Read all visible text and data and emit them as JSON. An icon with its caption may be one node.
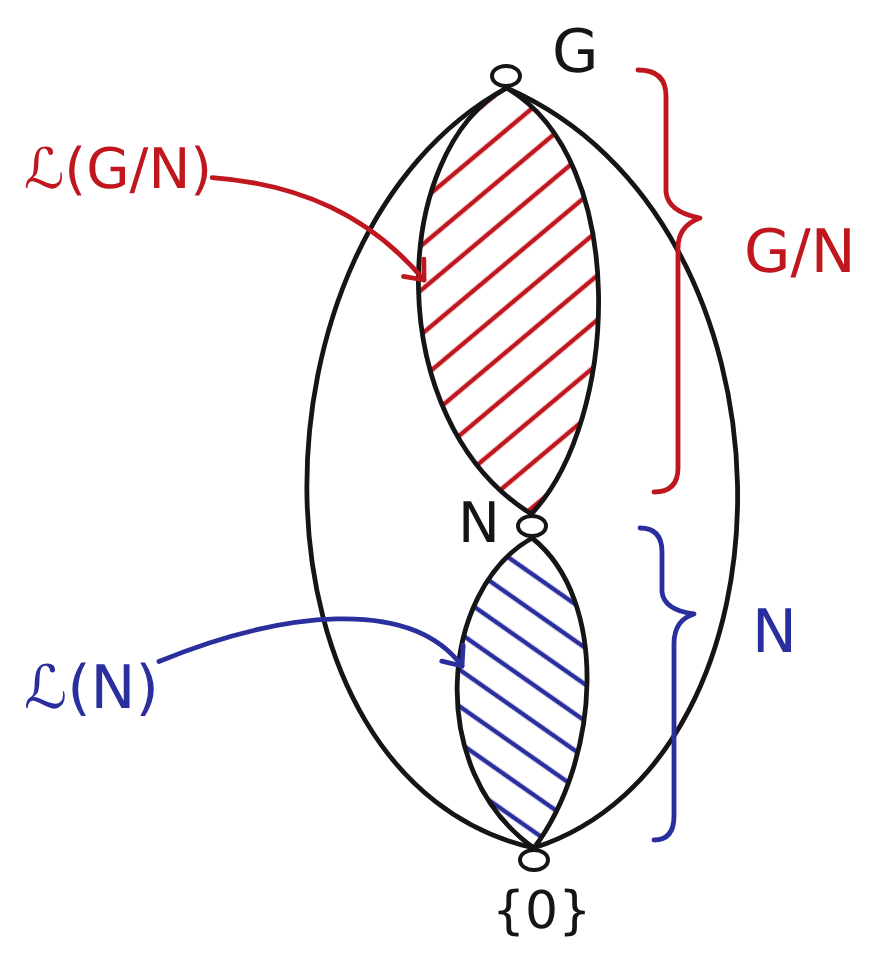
{
  "diagram": {
    "nodes": [
      {
        "text": [],
        "shape": "circle",
        "beside": [
          "G"
        ]
      },
      {
        "text": [
          "ℒ(G/N)"
        ]
      },
      {
        "text": [],
        "shape": "lens"
      },
      {
        "text": [],
        "shape": "circle",
        "beside": [
          "N"
        ]
      },
      {
        "text": [
          "ℒ(N)"
        ]
      },
      {
        "text": [],
        "shape": "lens"
      },
      {
        "text": [],
        "shape": "circle",
        "beside": [
          "{0}"
        ]
      }
    ],
    "edges": [
      {
        "from": 0,
        "to": 3,
        "arrow": "none"
      },
      {
        "from": 0,
        "to": 3,
        "arrow": "none"
      },
      {
        "from": 3,
        "to": 6,
        "arrow": "none"
      },
      {
        "from": 3,
        "to": 6,
        "arrow": "none"
      },
      {
        "from": 0,
        "to": 6,
        "arrow": "none"
      },
      {
        "from": 0,
        "to": 6,
        "arrow": "none"
      },
      {
        "from": 1,
        "to": 2,
        "arrow": "to",
        "color": "#c0161d"
      },
      {
        "from": 4,
        "to": 5,
        "arrow": "to",
        "color": "#2b2f9e"
      }
    ],
    "labels": [
      "G/N",
      "N"
    ]
  }
}
